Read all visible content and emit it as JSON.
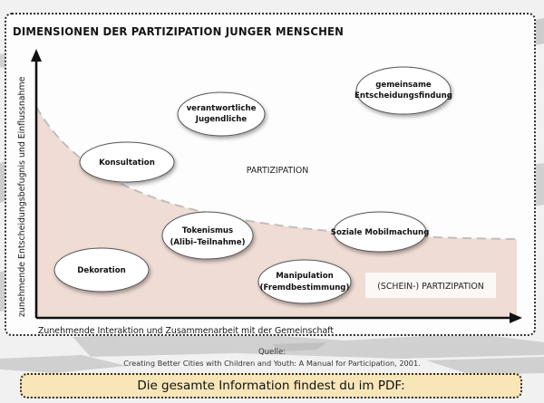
{
  "title": "DIMENSIONEN DER PARTIZIPATION JUNGER MENSCHEN",
  "axes": {
    "y_label": "zunehmende Entscheidungsbefugnis und Einflussnahme",
    "x_label": "Zunehmende Interaktion und Zusammenarbeit mit der Gemeinschaft"
  },
  "regions": {
    "upper": "PARTIZIPATION",
    "lower": "(SCHEIN-) PARTIZIPATION"
  },
  "bubbles": {
    "dekoration": "Dekoration",
    "konsultation": "Konsultation",
    "tokenismus": [
      "Tokenismus",
      "(Alibi–Teilnahme)"
    ],
    "verantwortliche": [
      "verantwortliche",
      "Jugendliche"
    ],
    "manipulation": [
      "Manipulation",
      "(Fremdbestimmung)"
    ],
    "soziale_mobilmachung": "Soziale Mobilmachung",
    "gemeinsame": [
      "gemeinsame",
      "Entscheidungsfindung"
    ]
  },
  "source": {
    "label": "Quelle:",
    "text": "Creating Better Cities with Children and Youth: A Manual for Participation, 2001."
  },
  "cta": "Die gesamte Information findest du im PDF:",
  "colors": {
    "shaded_region": "#efdcd5",
    "cta_background": "#f8e6b9",
    "border": "#2b2b2b"
  }
}
